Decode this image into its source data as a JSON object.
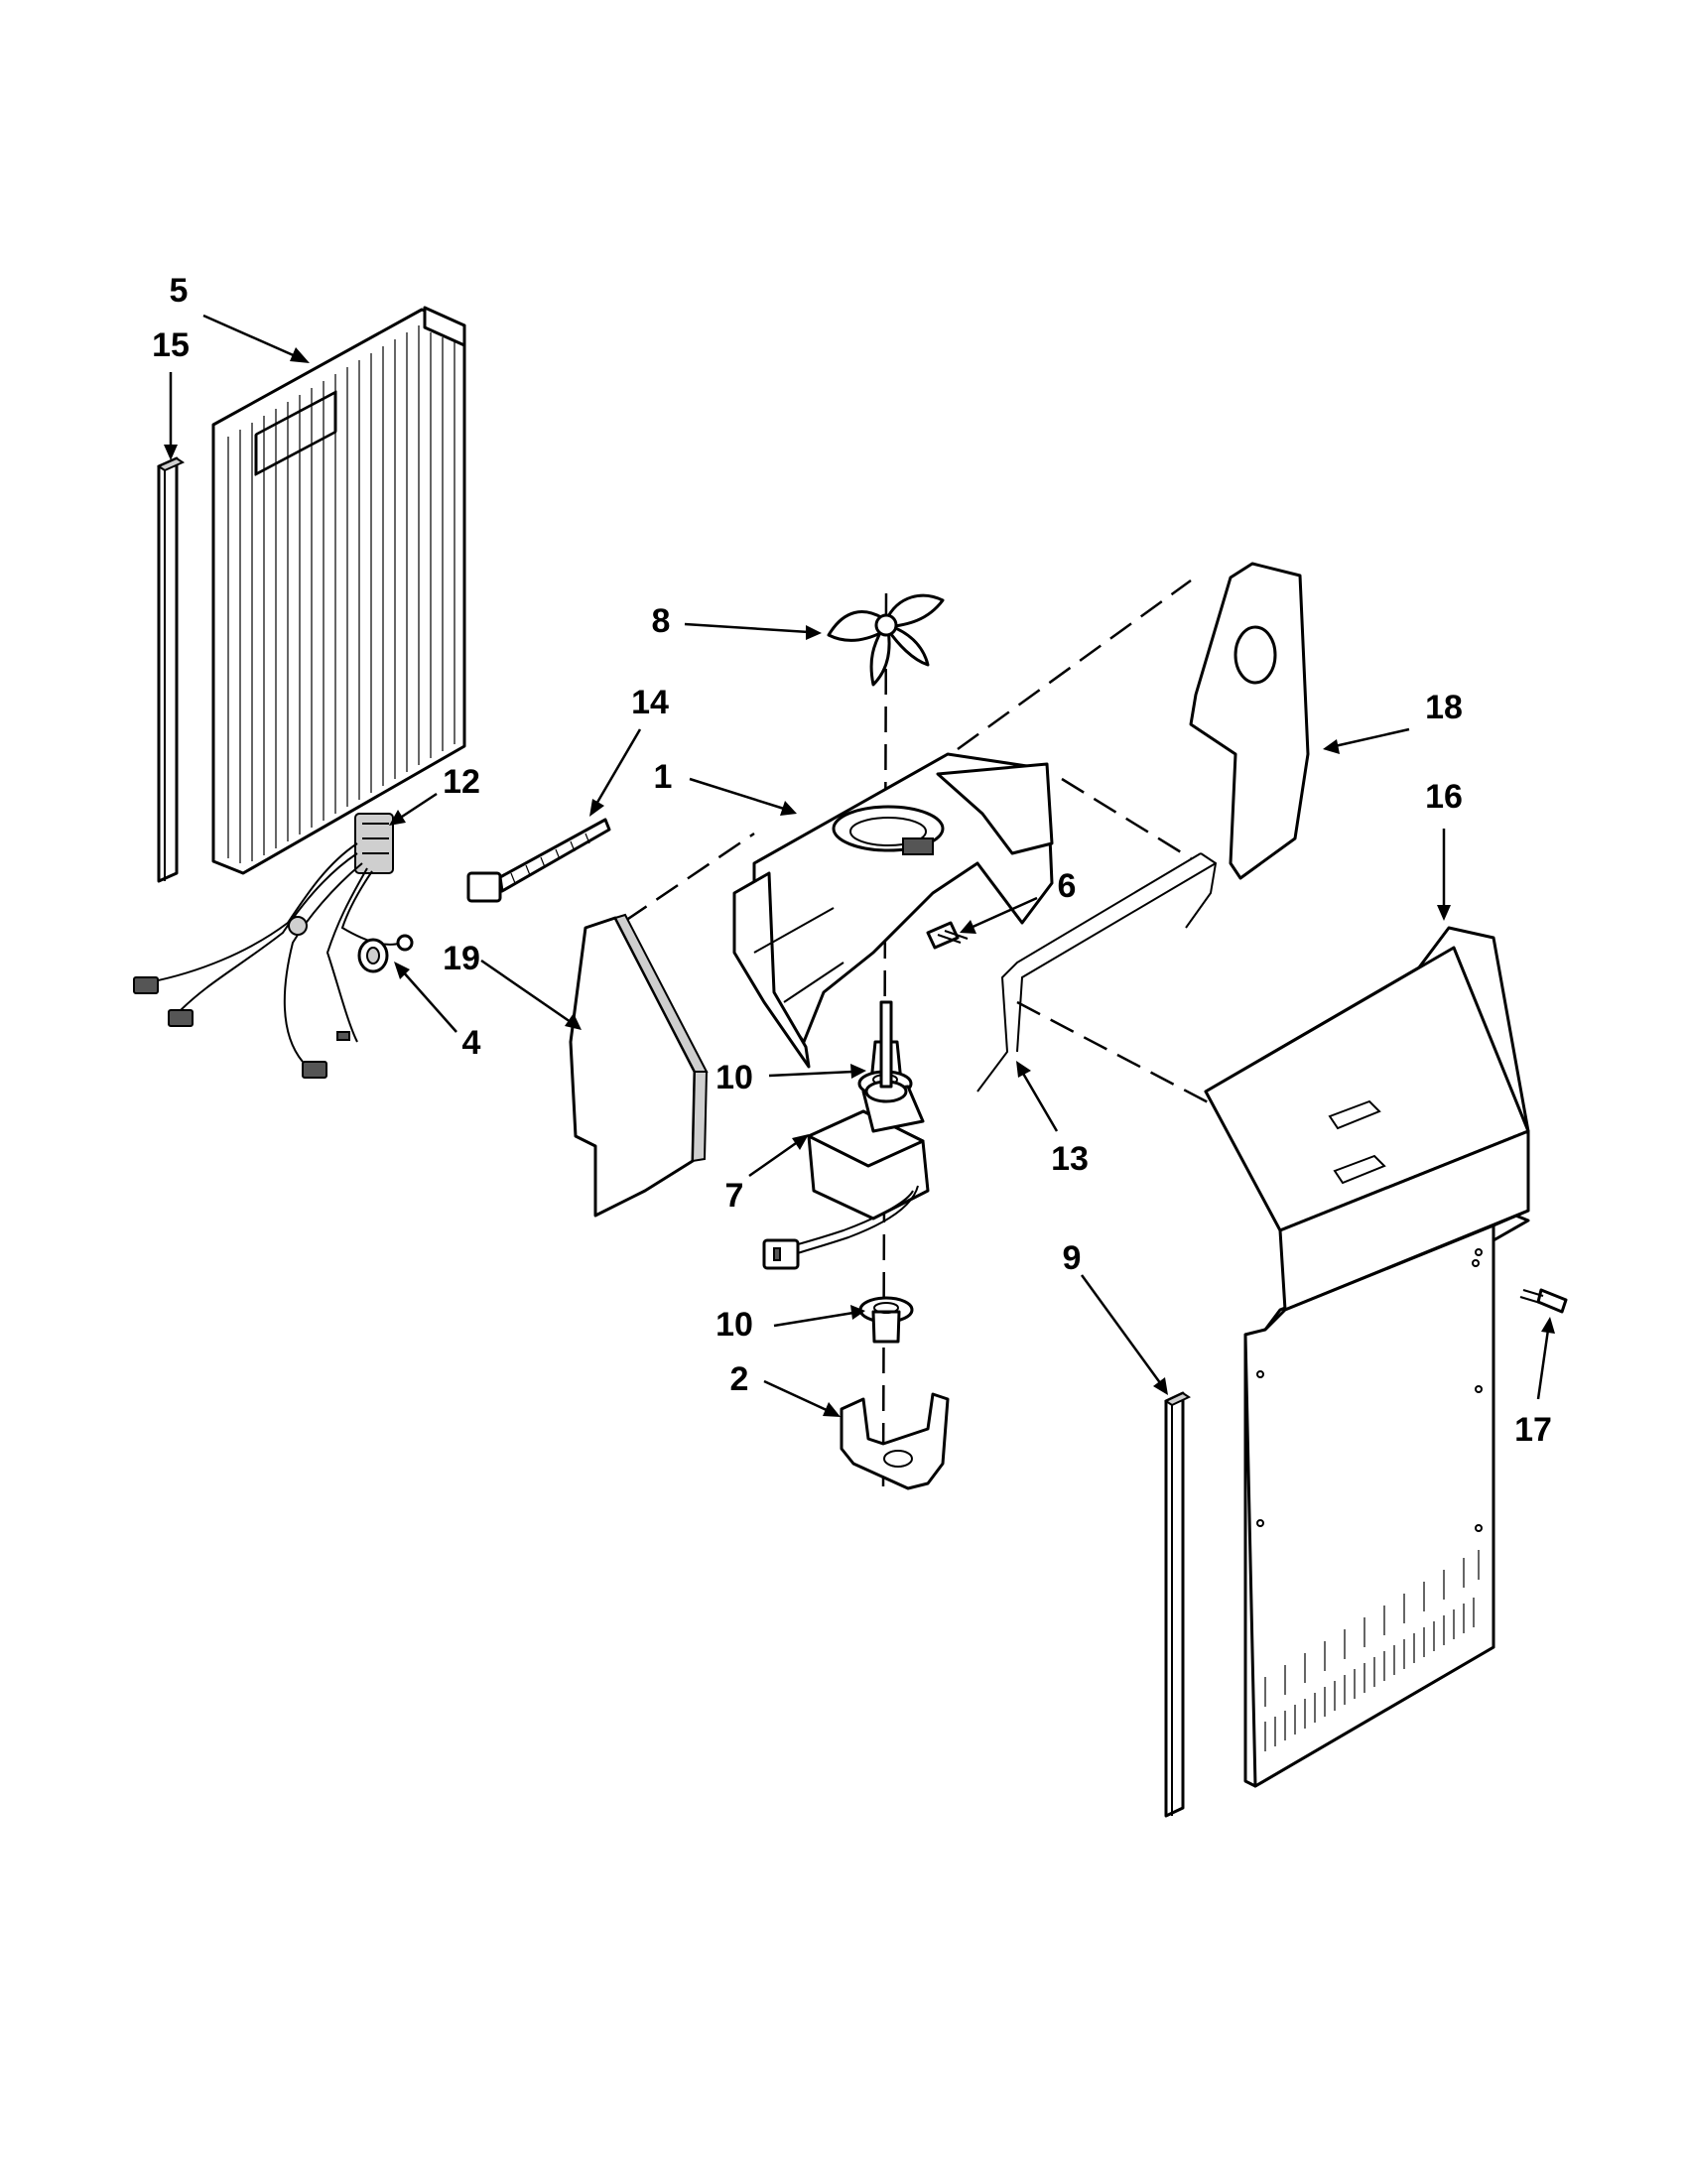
{
  "diagram": {
    "callouts": [
      {
        "id": "c5",
        "text": "5"
      },
      {
        "id": "c15",
        "text": "15"
      },
      {
        "id": "c8",
        "text": "8"
      },
      {
        "id": "c14",
        "text": "14"
      },
      {
        "id": "c18",
        "text": "18"
      },
      {
        "id": "c12",
        "text": "12"
      },
      {
        "id": "c1",
        "text": "1"
      },
      {
        "id": "c16",
        "text": "16"
      },
      {
        "id": "c6",
        "text": "6"
      },
      {
        "id": "c19",
        "text": "19"
      },
      {
        "id": "c4",
        "text": "4"
      },
      {
        "id": "c10a",
        "text": "10"
      },
      {
        "id": "c13",
        "text": "13"
      },
      {
        "id": "c7",
        "text": "7"
      },
      {
        "id": "c9",
        "text": "9"
      },
      {
        "id": "c10b",
        "text": "10"
      },
      {
        "id": "c17",
        "text": "17"
      },
      {
        "id": "c2",
        "text": "2"
      }
    ]
  }
}
